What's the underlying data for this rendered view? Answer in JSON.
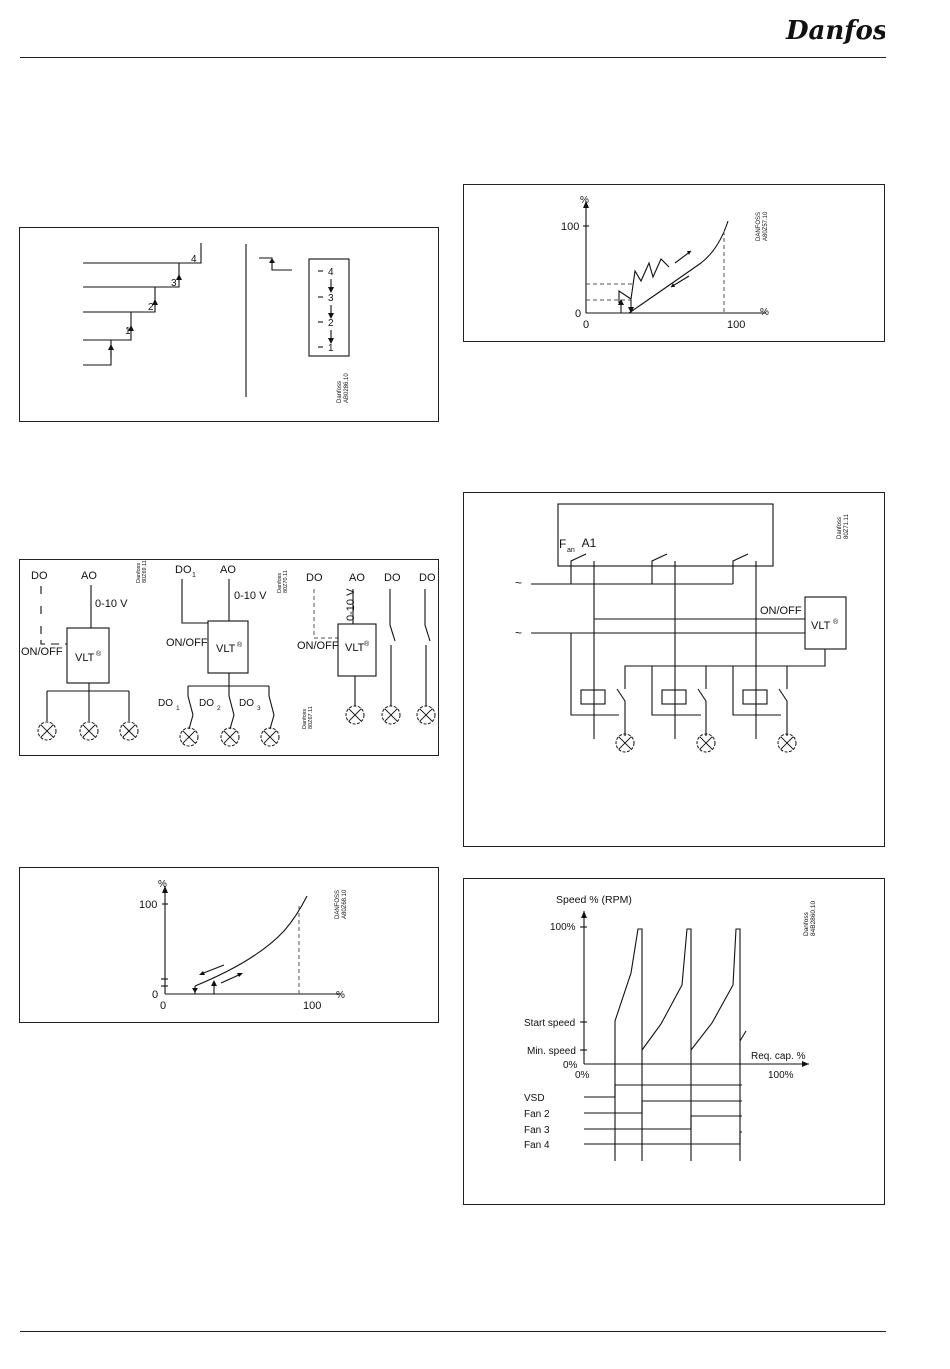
{
  "header": {
    "logo_text": "Danfoss"
  },
  "fig_steps": {
    "steps": [
      "1",
      "2",
      "3",
      "4"
    ],
    "code_brand": "Danfoss",
    "code": "AB0286.10"
  },
  "fig_vlt": {
    "left": {
      "do": "DO",
      "ao": "AO",
      "range": "0-10 V",
      "onoff": "ON/OFF",
      "vlt": "VLT",
      "reg": "®",
      "code_brand": "Danfoss",
      "code": "80Z69.11"
    },
    "mid": {
      "do": "DO",
      "do_sub": "1",
      "ao": "AO",
      "range": "0-10 V",
      "onoff": "ON/OFF",
      "vlt": "VLT",
      "reg": "®",
      "outputs": [
        {
          "p": "DO",
          "s": "1"
        },
        {
          "p": "DO",
          "s": "2"
        },
        {
          "p": "DO",
          "s": "3"
        }
      ],
      "code_brand": "Danfoss",
      "code": "80Z70.11"
    },
    "right": {
      "do": "DO",
      "ao": "AO",
      "range": "0-10 V",
      "onoff": "ON/OFF",
      "vlt": "VLT",
      "reg": "®",
      "do2": "DO",
      "do3": "DO",
      "code_brand": "Danfoss",
      "code": "80Z67.11"
    }
  },
  "fig_curve1": {
    "y_unit": "%",
    "y_100": "100",
    "y_0": "0",
    "x_0": "0",
    "x_100": "100",
    "x_unit": "%",
    "code_brand": "DANFOSS",
    "code": "A80Z68.10"
  },
  "fig_curve2": {
    "y_unit": "%",
    "y_100": "100",
    "y_0": "0",
    "x_0": "0",
    "x_100": "100",
    "x_unit": "%",
    "code_brand": "DANFOSS",
    "code": "A80Z57.10"
  },
  "fig_wiring": {
    "fan_label_main": "F",
    "fan_label_sub": "an",
    "fan_label_tail": " A1",
    "onoff": "ON/OFF",
    "vlt": "VLT",
    "reg": "®",
    "ac1": "~",
    "ac2": "~",
    "code_brand": "Danfoss",
    "code": "80Z71.11"
  },
  "fig_speed": {
    "title": "Speed % (RPM)",
    "y_100": "100%",
    "start": "Start speed",
    "min": "Min. speed",
    "y_0": "0%",
    "x_label": "Req. cap. %",
    "x_0": "0%",
    "x_100": "100%",
    "rows": [
      "VSD",
      "Fan 2",
      "Fan 3",
      "Fan 4"
    ],
    "code_brand": "Danfoss",
    "code": "84B2860.10"
  }
}
